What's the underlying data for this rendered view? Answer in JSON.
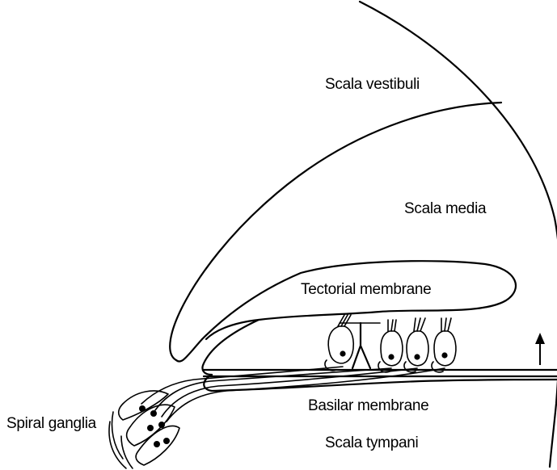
{
  "labels": {
    "scala_vestibuli": "Scala vestibuli",
    "scala_media": "Scala media",
    "tectorial_membrane": "Tectorial membrane",
    "basilar_membrane": "Basilar membrane",
    "scala_tympani": "Scala tympani",
    "spiral_ganglia": "Spiral ganglia"
  },
  "colors": {
    "ink": "#000000",
    "background": "#ffffff"
  },
  "icons": {
    "arrow": "up-arrow-icon"
  }
}
